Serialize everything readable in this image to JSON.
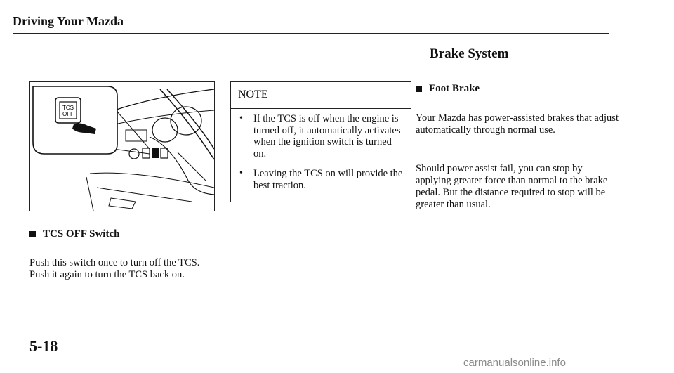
{
  "header": {
    "title": "Driving Your Mazda"
  },
  "section_title": "Brake System",
  "figure": {
    "button_label_line1": "TCS",
    "button_label_line2": "OFF"
  },
  "tcs_switch": {
    "heading": "TCS OFF Switch",
    "body": "Push this switch once to turn off the TCS. Push it again to turn the TCS back on."
  },
  "note": {
    "title": "NOTE",
    "items": [
      "If the TCS is off when the engine is turned off, it automatically activates when the ignition switch is turned on.",
      "Leaving the TCS on will provide the best traction."
    ]
  },
  "foot_brake": {
    "heading": "Foot Brake",
    "paragraph1": "Your Mazda has power-assisted brakes that adjust automatically through normal use.",
    "paragraph2": "Should power assist fail, you can stop by applying greater force than normal to the brake pedal. But the distance required to stop will be greater than usual."
  },
  "page_number": "5-18",
  "watermark": "carmanualsonline.info"
}
